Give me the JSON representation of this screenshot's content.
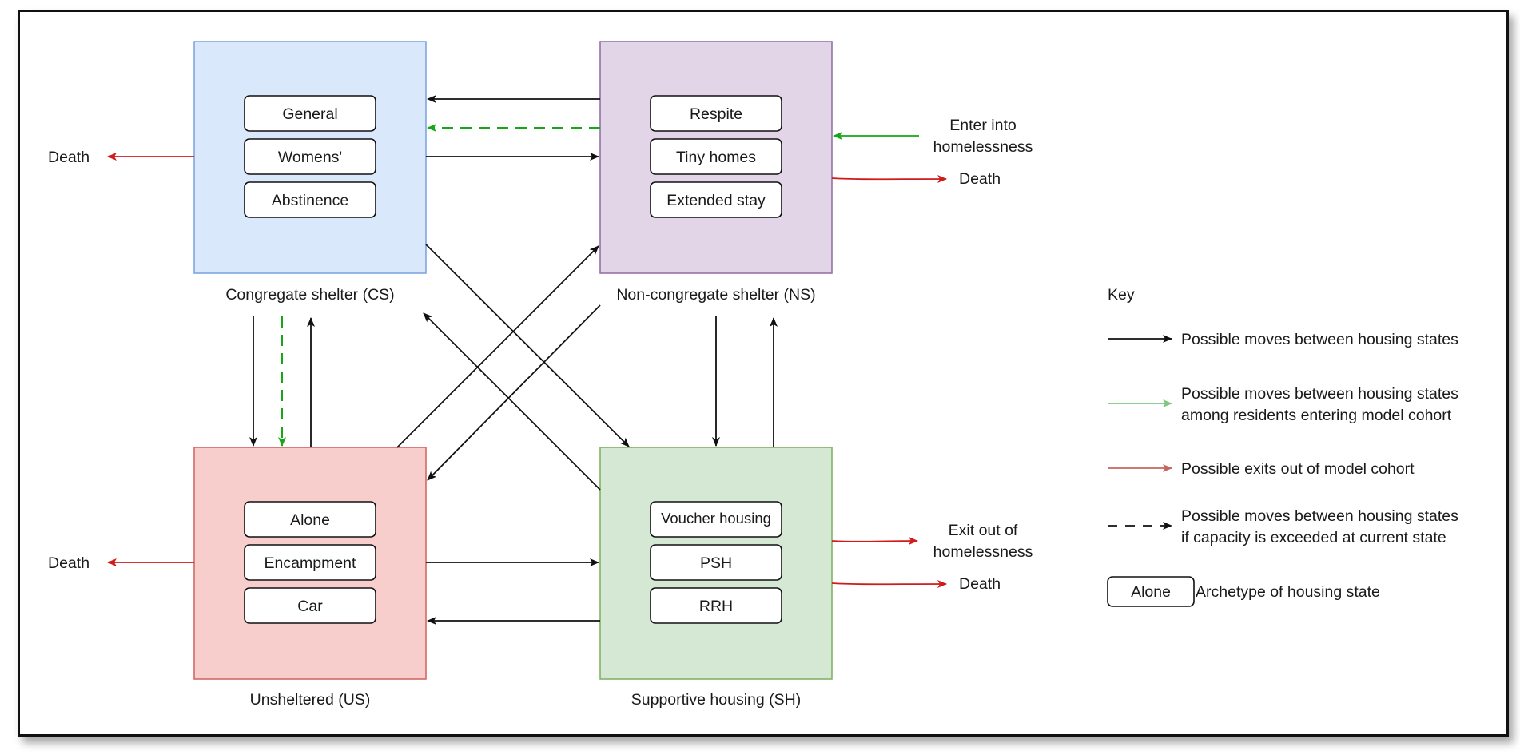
{
  "colors": {
    "cs_fill": "#dae8fc",
    "cs_stroke": "#7ea6e0",
    "ns_fill": "#e1d5e7",
    "ns_stroke": "#9673a6",
    "us_fill": "#f8cecc",
    "us_stroke": "#d06a66",
    "sh_fill": "#d5e8d4",
    "sh_stroke": "#82b366",
    "black_arrow": "#111111",
    "green_arrow": "#16a616",
    "red_arrow": "#d11a1a",
    "key_green": "#7fc77f",
    "key_red": "#c8645e"
  },
  "states": {
    "cs": {
      "label": "Congregate shelter (CS)",
      "archetypes": [
        "General",
        "Womens'",
        "Abstinence"
      ]
    },
    "ns": {
      "label": "Non-congregate shelter (NS)",
      "archetypes": [
        "Respite",
        "Tiny homes",
        "Extended stay"
      ]
    },
    "us": {
      "label": "Unsheltered (US)",
      "archetypes": [
        "Alone",
        "Encampment",
        "Car"
      ]
    },
    "sh": {
      "label": "Supportive housing (SH)",
      "archetypes": [
        "Voucher housing",
        "PSH",
        "RRH"
      ]
    }
  },
  "external": {
    "death_cs": "Death",
    "death_us": "Death",
    "death_ns": "Death",
    "death_sh": "Death",
    "enter": [
      "Enter into",
      "homelessness"
    ],
    "exit": [
      "Exit out of",
      "homelessness"
    ]
  },
  "key": {
    "title": "Key",
    "items": [
      {
        "style": "black",
        "lines": [
          "Possible moves between housing states"
        ]
      },
      {
        "style": "green",
        "lines": [
          "Possible moves between housing states",
          "among residents entering model cohort"
        ]
      },
      {
        "style": "red",
        "lines": [
          "Possible exits out of model cohort"
        ]
      },
      {
        "style": "dashed",
        "lines": [
          "Possible moves between housing states",
          "if capacity is exceeded at current state"
        ]
      }
    ],
    "archetype_sample": "Alone",
    "archetype_label": "Archetype of housing state"
  }
}
